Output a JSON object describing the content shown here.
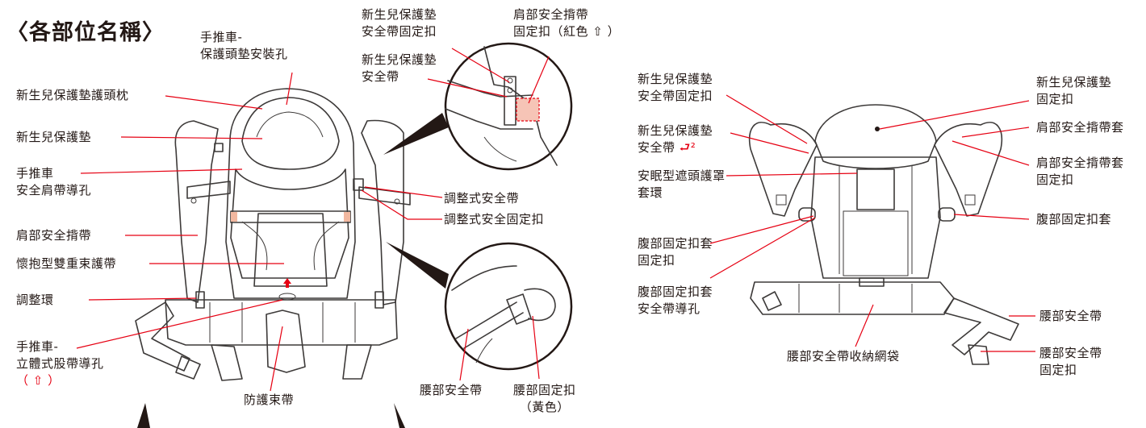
{
  "title": "〈各部位名稱〉",
  "accent_color": "#e60012",
  "left_labels": {
    "stroller_head_pad_hole_1": "手推車-",
    "stroller_head_pad_hole_2": "保護頭墊安裝孔",
    "newborn_headrest": "新生兒保護墊護頭枕",
    "newborn_pad": "新生兒保護墊",
    "stroller_shoulder_hole_1": "手推車",
    "stroller_shoulder_hole_2": "安全肩帶導孔",
    "shoulder_strap": "肩部安全揹帶",
    "double_belt": "懷抱型雙重束護帶",
    "adjust_ring": "調整環",
    "crotch_hole_1": "手推車-",
    "crotch_hole_2": "立體式股帶導孔",
    "crotch_hole_3": "（ ⇧ ）",
    "protect_belt": "防護束帶"
  },
  "top_labels": {
    "newborn_buckle_1": "新生兒保護墊",
    "newborn_buckle_2": "安全帶固定扣",
    "shoulder_buckle_1": "肩部安全揹帶",
    "shoulder_buckle_2": "固定扣（紅色 ⇧ ）",
    "newborn_belt_1": "新生兒保護墊",
    "newborn_belt_2": "安全帶"
  },
  "right_of_front": {
    "adjustable_belt": "調整式安全帶",
    "adjustable_buckle": "調整式安全固定扣",
    "waist_belt": "腰部安全帶",
    "waist_buckle_1": "腰部固定扣",
    "waist_buckle_2": "（黃色）"
  },
  "back_left_labels": {
    "newborn_buckle_1": "新生兒保護墊",
    "newborn_buckle_2": "安全帶固定扣",
    "newborn_belt_1": "新生兒保護墊",
    "newborn_belt_2": "安全帶",
    "newborn_belt_mark": "⮐²",
    "sleep_hood_1": "安眠型遮頭護罩",
    "sleep_hood_2": "套環",
    "waist_cover_buckle_1": "腹部固定扣套",
    "waist_cover_buckle_2": "固定扣",
    "waist_cover_hole_1": "腹部固定扣套",
    "waist_cover_hole_2": "安全帶導孔",
    "net_pocket": "腰部安全帶收納網袋"
  },
  "back_right_labels": {
    "newborn_fix_1": "新生兒保護墊",
    "newborn_fix_2": "固定扣",
    "shoulder_cover": "肩部安全揹帶套",
    "shoulder_cover_buckle_1": "肩部安全揹帶套",
    "shoulder_cover_buckle_2": "固定扣",
    "waist_cover": "腹部固定扣套",
    "waist_belt": "腰部安全帶",
    "waist_belt_buckle_1": "腰部安全帶",
    "waist_belt_buckle_2": "固定扣"
  }
}
